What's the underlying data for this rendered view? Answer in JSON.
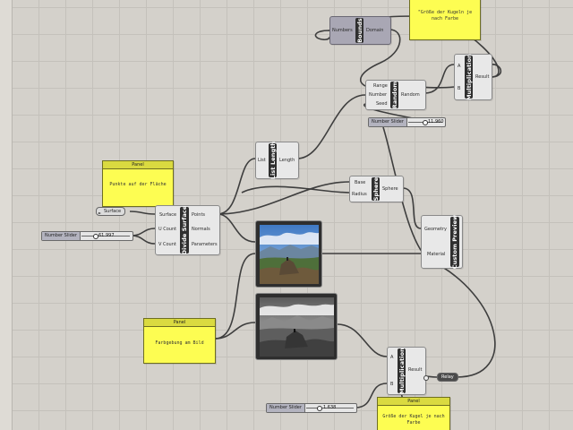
{
  "panels": {
    "punkte": {
      "header": "Panel",
      "text": "Punkte auf der Fläche"
    },
    "farbgebung": {
      "header": "Panel",
      "text": "Farbgebung am Bild"
    },
    "groesse_top": {
      "header": "",
      "text": "\"Größe der Kugeln je nach Farbe"
    },
    "groesse_bottom": {
      "header": "Panel",
      "text": "Größe der Kugel je nach Farbe"
    }
  },
  "components": {
    "bounds": {
      "title": "Bounds",
      "inputs": [
        "Numbers"
      ],
      "outputs": [
        "Domain"
      ]
    },
    "mult_top": {
      "title": "Multiplication",
      "inputs": [
        "A",
        "B"
      ],
      "outputs": [
        "Result"
      ]
    },
    "random": {
      "title": "Random",
      "inputs": [
        "Range",
        "Number",
        "Seed"
      ],
      "outputs": [
        "Random"
      ]
    },
    "list_length": {
      "title": "List Length",
      "inputs": [
        "List"
      ],
      "outputs": [
        "Length"
      ]
    },
    "sphere": {
      "title": "Sphere",
      "inputs": [
        "Base",
        "Radius"
      ],
      "outputs": [
        "Sphere"
      ]
    },
    "divide_surface": {
      "title": "Divide Surface",
      "inputs": [
        "Surface",
        "U Count",
        "V Count"
      ],
      "outputs": [
        "Points",
        "Normals",
        "Parameters"
      ]
    },
    "custom_preview": {
      "title": "Custom Preview",
      "inputs": [
        "Geometry",
        "Material"
      ],
      "outputs": []
    },
    "mult_bottom": {
      "title": "Multiplication",
      "inputs": [
        "A",
        "B"
      ],
      "outputs": [
        "Result"
      ]
    }
  },
  "sliders": {
    "random_seed": {
      "label": "Number Slider",
      "value": "11.960"
    },
    "ucount": {
      "label": "Number Slider",
      "value": "61.997"
    },
    "scale": {
      "label": "Number Slider",
      "value": "1.638"
    }
  },
  "params": {
    "surface": "Surface",
    "relay": "Relay"
  },
  "colors": {
    "canvas": "#d4d1cb",
    "panel": "#fdfd52",
    "component": "#e8e8e8",
    "title_bar": "#2f2f2f"
  }
}
